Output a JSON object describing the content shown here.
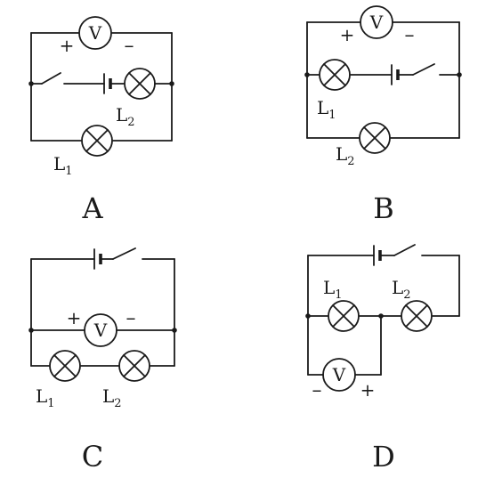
{
  "circuits": {
    "a": {
      "letter": "A",
      "voltmeter": "V",
      "plus": "+",
      "minus": "–",
      "lamp1": "L",
      "lamp1_sub": "1",
      "lamp2": "L",
      "lamp2_sub": "2"
    },
    "b": {
      "letter": "B",
      "voltmeter": "V",
      "plus": "+",
      "minus": "–",
      "lamp1": "L",
      "lamp1_sub": "1",
      "lamp2": "L",
      "lamp2_sub": "2"
    },
    "c": {
      "letter": "C",
      "voltmeter": "V",
      "plus": "+",
      "minus": "–",
      "lamp1": "L",
      "lamp1_sub": "1",
      "lamp2": "L",
      "lamp2_sub": "2"
    },
    "d": {
      "letter": "D",
      "voltmeter": "V",
      "plus": "+",
      "minus": "–",
      "lamp1": "L",
      "lamp1_sub": "1",
      "lamp2": "L",
      "lamp2_sub": "2"
    }
  }
}
